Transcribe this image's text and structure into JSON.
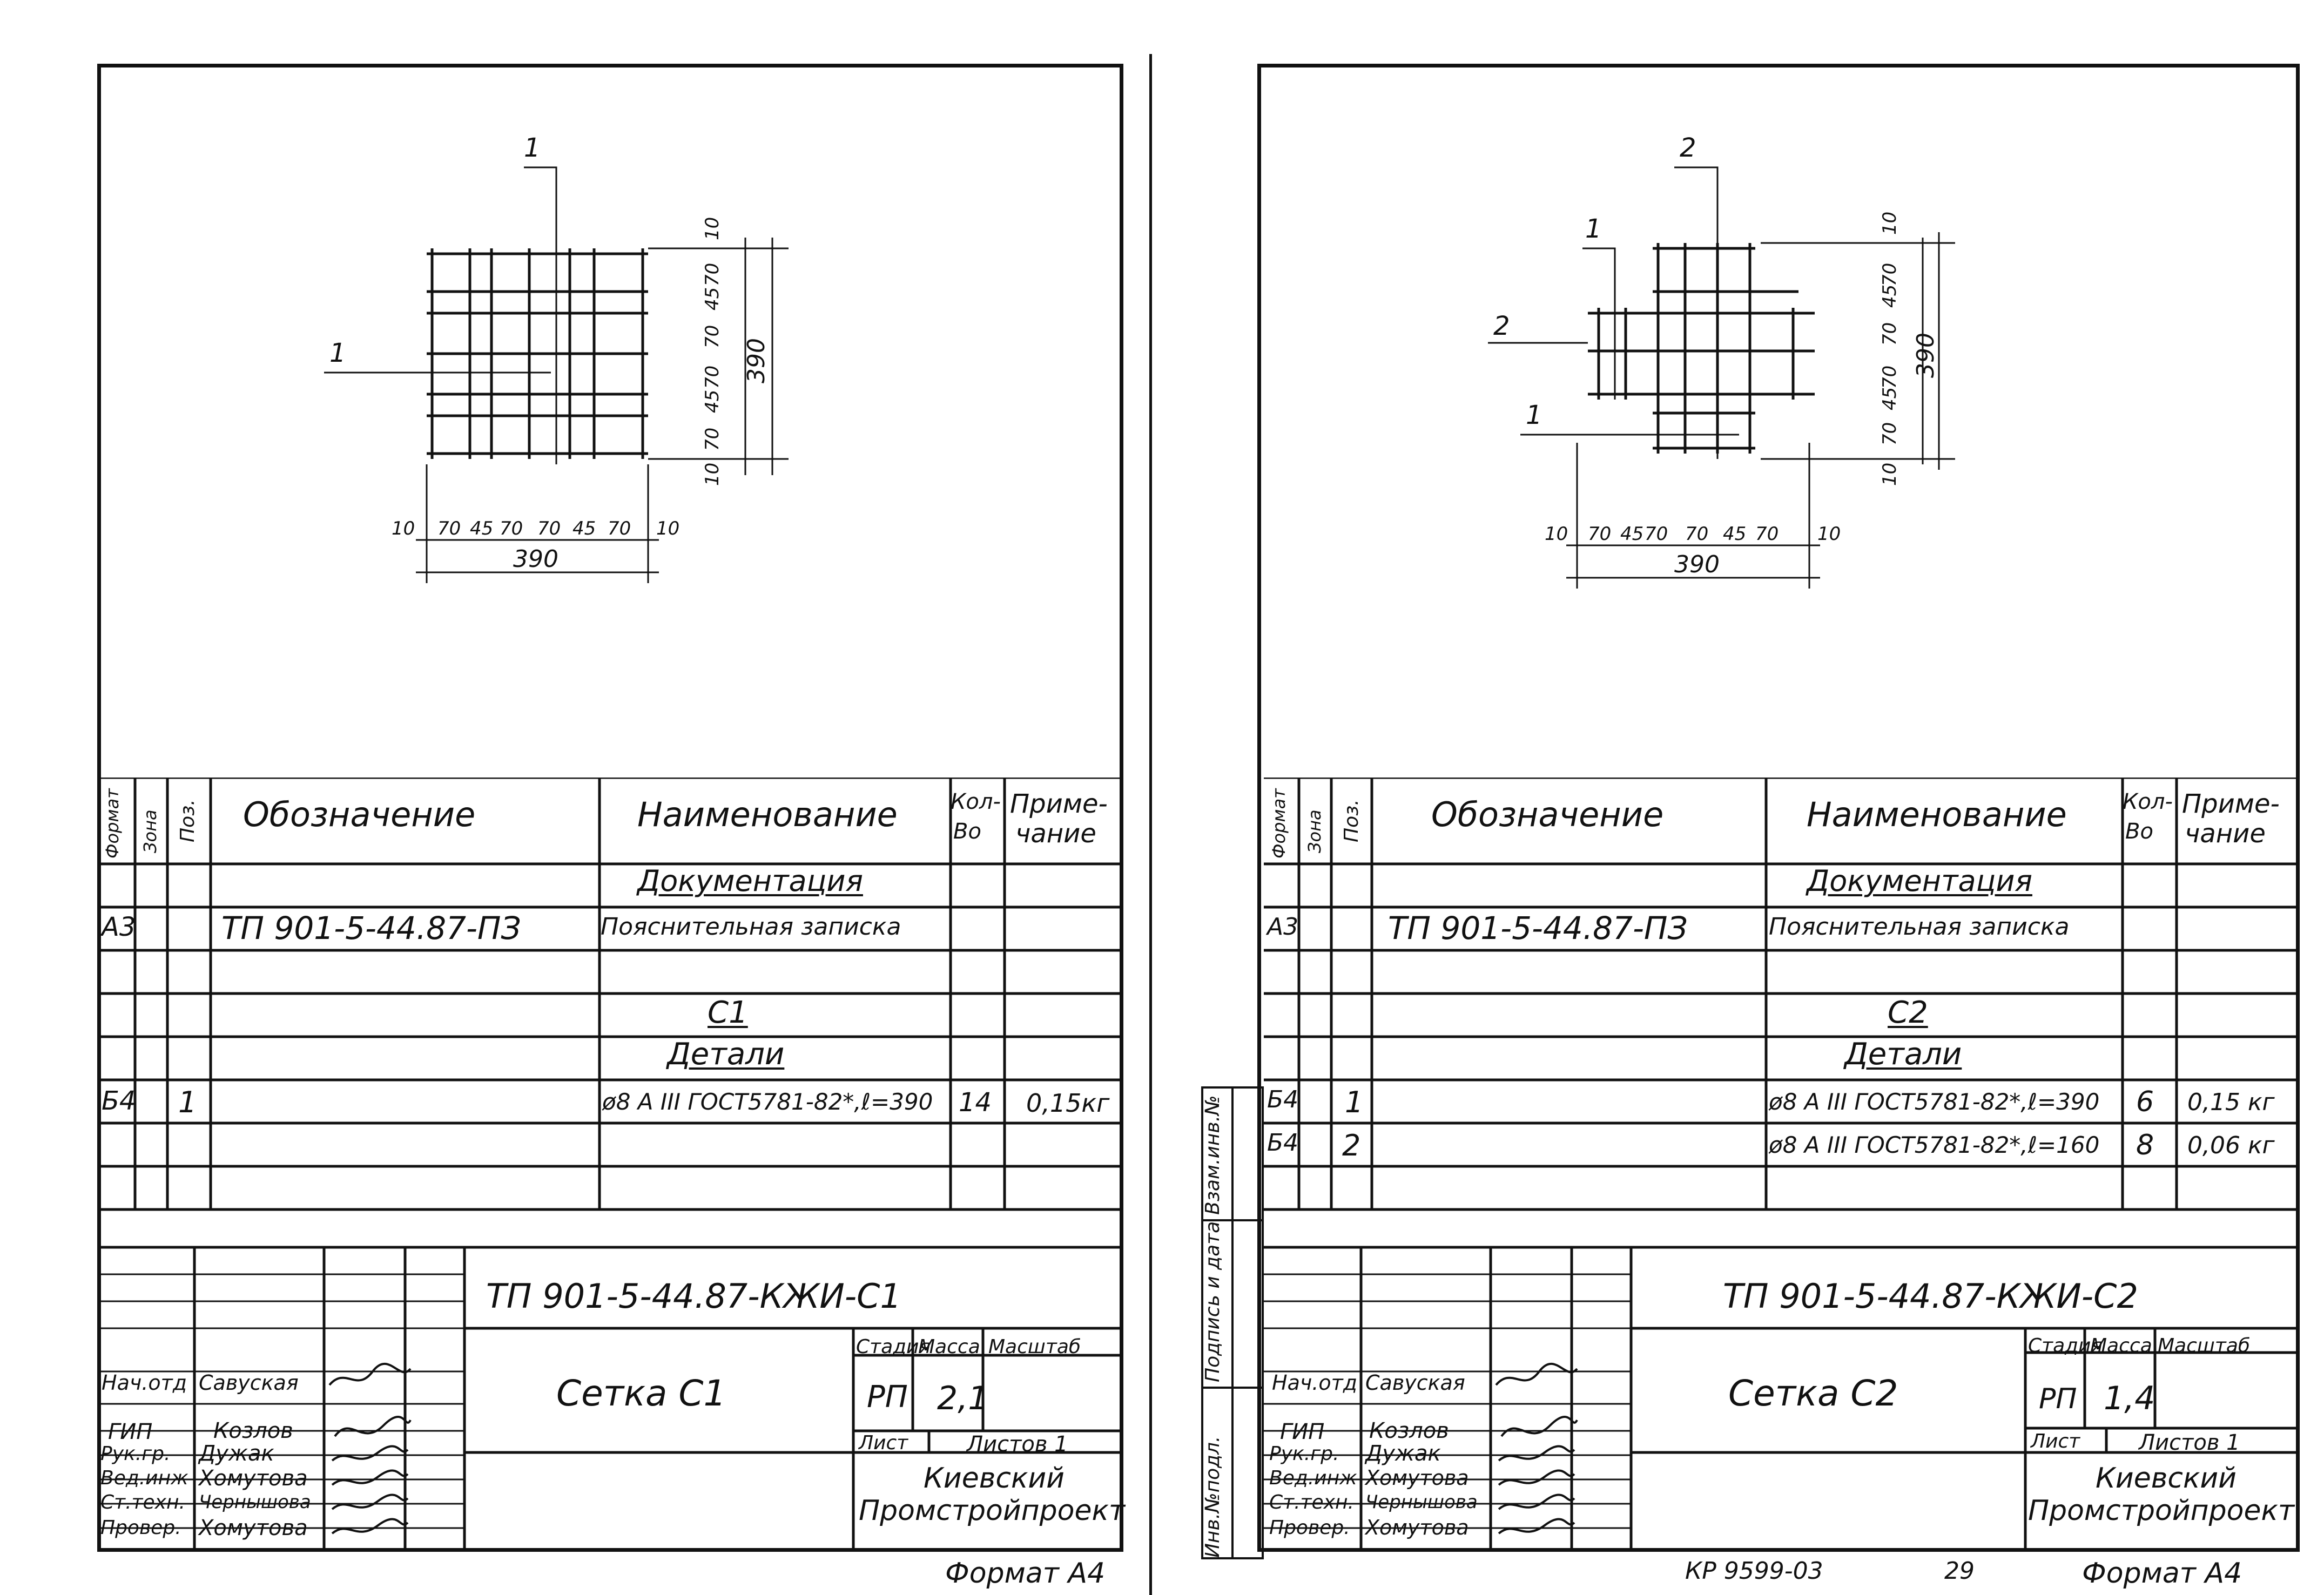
{
  "sheets": [
    {
      "id": "left",
      "drawing": {
        "positions": [
          "1",
          "1"
        ],
        "dim_v": [
          "10",
          "70",
          "45",
          "70",
          "70",
          "45",
          "70",
          "10"
        ],
        "dim_h": [
          "10",
          "70",
          "45",
          "70",
          "70",
          "45",
          "70",
          "10"
        ],
        "total_v": "390",
        "total_h": "390"
      },
      "spec": {
        "headers": {
          "format": "Формат",
          "zone": "Зона",
          "pos": "Поз.",
          "designation": "Обозначение",
          "name": "Наименование",
          "qty_1": "Кол-",
          "qty_2": "Во",
          "note_1": "Приме-",
          "note_2": "чание"
        },
        "section_docs": "Документация",
        "doc_row": {
          "format": "А3",
          "designation": "ТП 901-5-44.87-ПЗ",
          "name": "Пояснительная записка"
        },
        "section_item": "С1",
        "section_details": "Детали",
        "rows": [
          {
            "format": "Б4",
            "pos": "1",
            "name": "ø8 А III ГОСТ5781-82*,ℓ=390",
            "qty": "14",
            "note": "0,15кг"
          }
        ]
      },
      "title_block": {
        "code": "ТП 901-5-44.87-КЖИ-С1",
        "title": "Сетка С1",
        "stage_label": "Стадия",
        "mass_label": "Масса",
        "scale_label": "Масштаб",
        "stage": "РП",
        "mass": "2,1",
        "sheet_label": "Лист",
        "sheets_label": "Листов 1",
        "org_1": "Киевский",
        "org_2": "Промстройпроект",
        "people": [
          {
            "role": "Нач.отд",
            "name": "Савуская"
          },
          {
            "role": "ГИП",
            "name": "Козлов"
          },
          {
            "role": "Рук.гр.",
            "name": "Дужак"
          },
          {
            "role": "Вед.инж",
            "name": "Хомутова"
          },
          {
            "role": "Ст.техн.",
            "name": "Чернышова"
          },
          {
            "role": "Провер.",
            "name": "Хомутова"
          }
        ]
      },
      "footer": {
        "format": "Формат А4"
      }
    },
    {
      "id": "right",
      "drawing": {
        "positions": [
          "2",
          "1",
          "2",
          "1"
        ],
        "dim_v": [
          "10",
          "70",
          "45",
          "70",
          "70",
          "45",
          "70",
          "10"
        ],
        "dim_h": [
          "10",
          "70",
          "45",
          "70",
          "70",
          "45",
          "70",
          "10"
        ],
        "total_v": "390",
        "total_h": "390"
      },
      "spec": {
        "headers": {
          "format": "Формат",
          "zone": "Зона",
          "pos": "Поз.",
          "designation": "Обозначение",
          "name": "Наименование",
          "qty_1": "Кол-",
          "qty_2": "Во",
          "note_1": "Приме-",
          "note_2": "чание"
        },
        "section_docs": "Документация",
        "doc_row": {
          "format": "А3",
          "designation": "ТП 901-5-44.87-ПЗ",
          "name": "Пояснительная записка"
        },
        "section_item": "С2",
        "section_details": "Детали",
        "rows": [
          {
            "format": "Б4",
            "pos": "1",
            "name": "ø8 А III ГОСТ5781-82*,ℓ=390",
            "qty": "6",
            "note": "0,15 кг"
          },
          {
            "format": "Б4",
            "pos": "2",
            "name": "ø8 А III ГОСТ5781-82*,ℓ=160",
            "qty": "8",
            "note": "0,06 кг"
          }
        ]
      },
      "title_block": {
        "code": "ТП 901-5-44.87-КЖИ-С2",
        "title": "Сетка С2",
        "stage_label": "Стадия",
        "mass_label": "Масса",
        "scale_label": "Масштаб",
        "stage": "РП",
        "mass": "1,4",
        "sheet_label": "Лист",
        "sheets_label": "Листов 1",
        "org_1": "Киевский",
        "org_2": "Промстройпроект",
        "people": [
          {
            "role": "Нач.отд",
            "name": "Савуская"
          },
          {
            "role": "ГИП",
            "name": "Козлов"
          },
          {
            "role": "Рук.гр.",
            "name": "Дужак"
          },
          {
            "role": "Вед.инж",
            "name": "Хомутова"
          },
          {
            "role": "Ст.техн.",
            "name": "Чернышова"
          },
          {
            "role": "Провер.",
            "name": "Хомутова"
          }
        ]
      },
      "side_stamp": [
        "Инв.№подл.",
        "Подпись и дата",
        "Взам.инв.№"
      ],
      "footer": {
        "code": "КР 9599-03",
        "page": "29",
        "format": "Формат А4"
      }
    }
  ]
}
